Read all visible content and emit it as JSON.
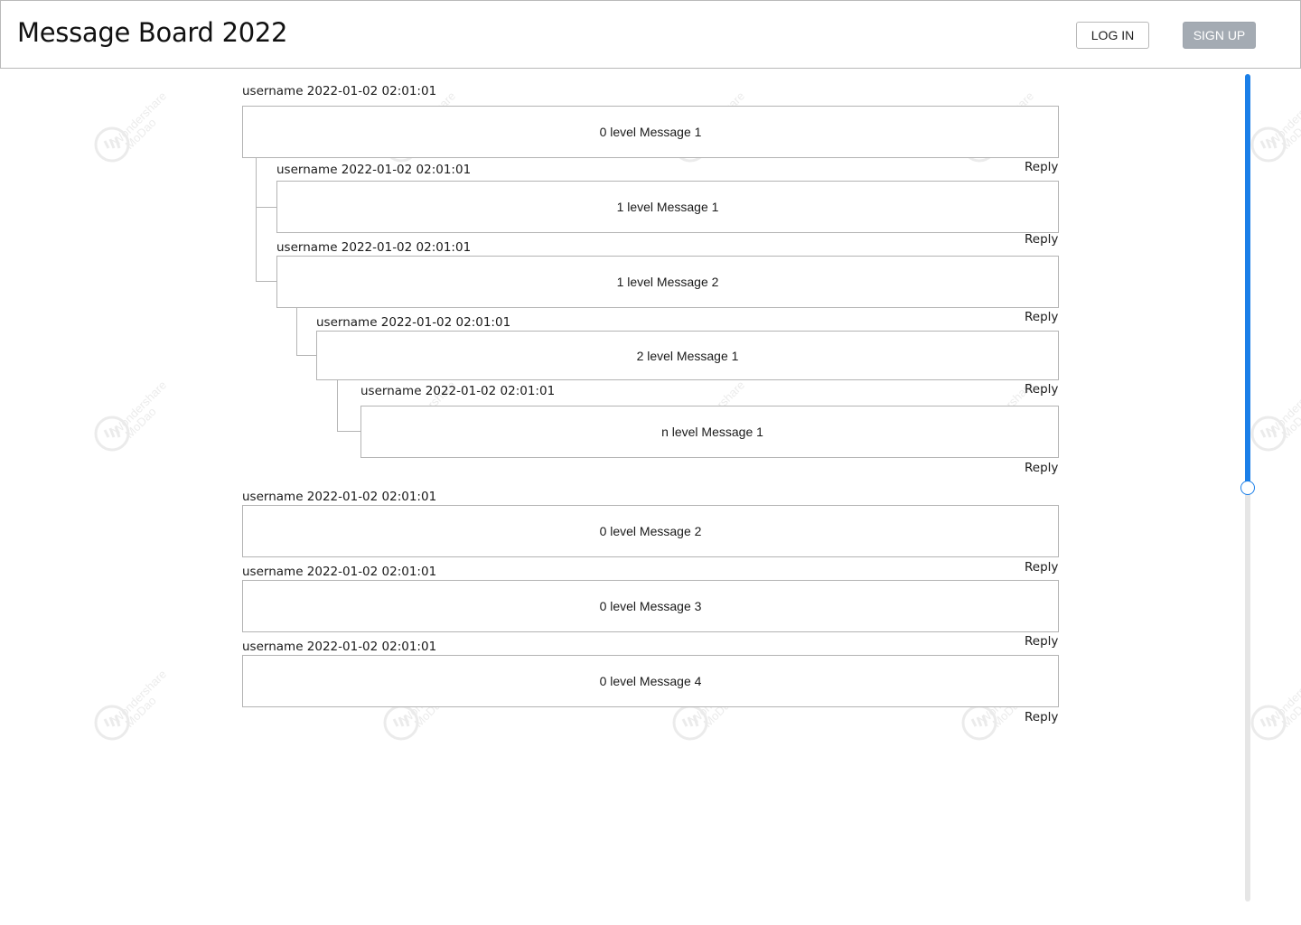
{
  "header": {
    "title": "Message Board 2022",
    "login_label": "LOG IN",
    "signup_label": "SIGN UP"
  },
  "watermark": {
    "text_line1": "Wondershare",
    "text_line2": "MoDao"
  },
  "messages": [
    {
      "meta": "username 2022-01-02 02:01:01",
      "text": "0 level Message 1",
      "reply": "Reply"
    },
    {
      "meta": "username 2022-01-02 02:01:01",
      "text": "1 level Message 1",
      "reply": "Reply"
    },
    {
      "meta": "username 2022-01-02 02:01:01",
      "text": "1 level Message 2",
      "reply": "Reply"
    },
    {
      "meta": "username 2022-01-02 02:01:01",
      "text": "2 level Message 1",
      "reply": "Reply"
    },
    {
      "meta": "username 2022-01-02 02:01:01",
      "text": "n level Message 1",
      "reply": "Reply"
    },
    {
      "meta": "username 2022-01-02 02:01:01",
      "text": "0 level Message 2",
      "reply": "Reply"
    },
    {
      "meta": "username 2022-01-02 02:01:01",
      "text": "0 level Message 3",
      "reply": "Reply"
    },
    {
      "meta": "username 2022-01-02 02:01:01",
      "text": "0 level Message 4",
      "reply": "Reply"
    }
  ],
  "scrollbar": {
    "position_fraction": 0.5
  },
  "colors": {
    "accent": "#1b7fe8",
    "track": "#e6e6e6",
    "signup_bg": "#a4abb3",
    "border": "#b3b3b3"
  }
}
